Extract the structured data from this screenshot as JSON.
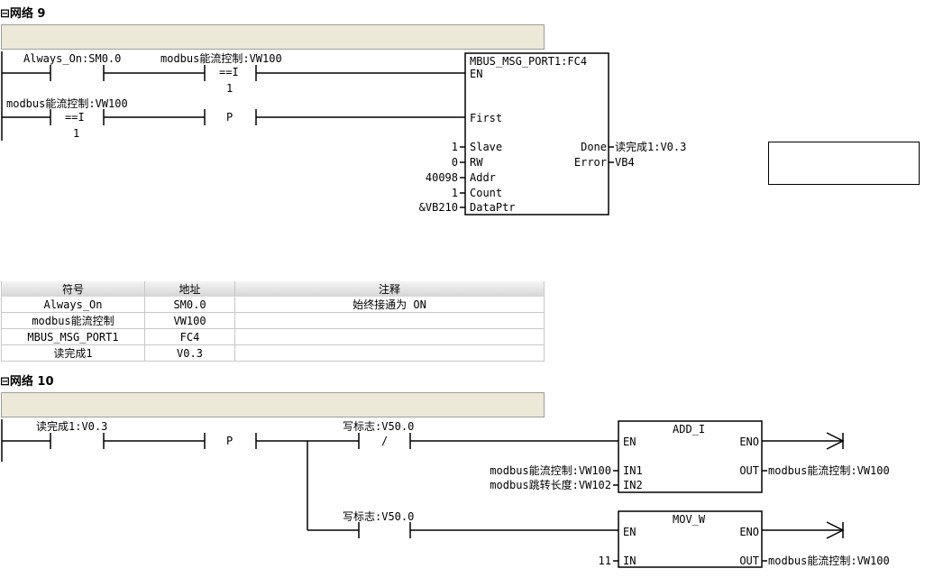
{
  "network9": {
    "title": "网络 9",
    "contact1": "Always_On:SM0.0",
    "compare1": {
      "label": "modbus能流控制:VW100",
      "op": "==I",
      "value": "1"
    },
    "compare2": {
      "label": "modbus能流控制:VW100",
      "op": "==I",
      "value": "1"
    },
    "edge": "P",
    "block": {
      "title": "MBUS_MSG_PORT1:FC4",
      "en": "EN",
      "inputs": [
        {
          "pin": "First",
          "value": ""
        },
        {
          "pin": "Slave",
          "value": "1"
        },
        {
          "pin": "RW",
          "value": "0"
        },
        {
          "pin": "Addr",
          "value": "40098"
        },
        {
          "pin": "Count",
          "value": "1"
        },
        {
          "pin": "DataPtr",
          "value": "&VB210"
        }
      ],
      "outputs": [
        {
          "pin": "Done",
          "value": "读完成1:V0.3"
        },
        {
          "pin": "Error",
          "value": "VB4"
        }
      ]
    }
  },
  "symbol_table": {
    "headers": [
      "符号",
      "地址",
      "注释"
    ],
    "rows": [
      [
        "Always_On",
        "SM0.0",
        "始终接通为 ON"
      ],
      [
        "modbus能流控制",
        "VW100",
        ""
      ],
      [
        "MBUS_MSG_PORT1",
        "FC4",
        ""
      ],
      [
        "读完成1",
        "V0.3",
        ""
      ]
    ]
  },
  "network10": {
    "title": "网络 10",
    "contact1": "读完成1:V0.3",
    "edge": "P",
    "contact_nc": {
      "label": "写标志:V50.0",
      "symbol": "/"
    },
    "contact_no": {
      "label": "写标志:V50.0"
    },
    "add_block": {
      "title": "ADD_I",
      "en": "EN",
      "eno": "ENO",
      "in1_pin": "IN1",
      "in1": "modbus能流控制:VW100",
      "in2_pin": "IN2",
      "in2": "modbus跳转长度:VW102",
      "out_pin": "OUT",
      "out": "modbus能流控制:VW100"
    },
    "mov_block": {
      "title": "MOV_W",
      "en": "EN",
      "eno": "ENO",
      "in_pin": "IN",
      "in": "11",
      "out_pin": "OUT",
      "out": "modbus能流控制:VW100"
    }
  }
}
